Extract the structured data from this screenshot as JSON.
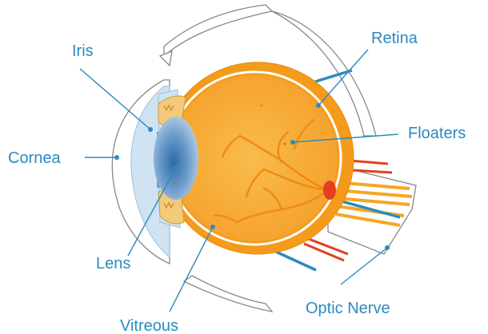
{
  "labels": {
    "iris": "Iris",
    "retina": "Retina",
    "floaters": "Floaters",
    "cornea": "Cornea",
    "lens": "Lens",
    "vitreous": "Vitreous",
    "optic_nerve": "Optic Nerve"
  },
  "colors": {
    "label_blue": "#2a8bbf",
    "eyeball_orange": "#f59b1b",
    "vitreous_yellow": "#f7ae3a",
    "vessel_orange": "#f08a12",
    "artery_red": "#e2401f",
    "lens_blue": "#5b8fc0",
    "cornea_blue": "#bcd8ee",
    "outline_gray": "#777777"
  }
}
